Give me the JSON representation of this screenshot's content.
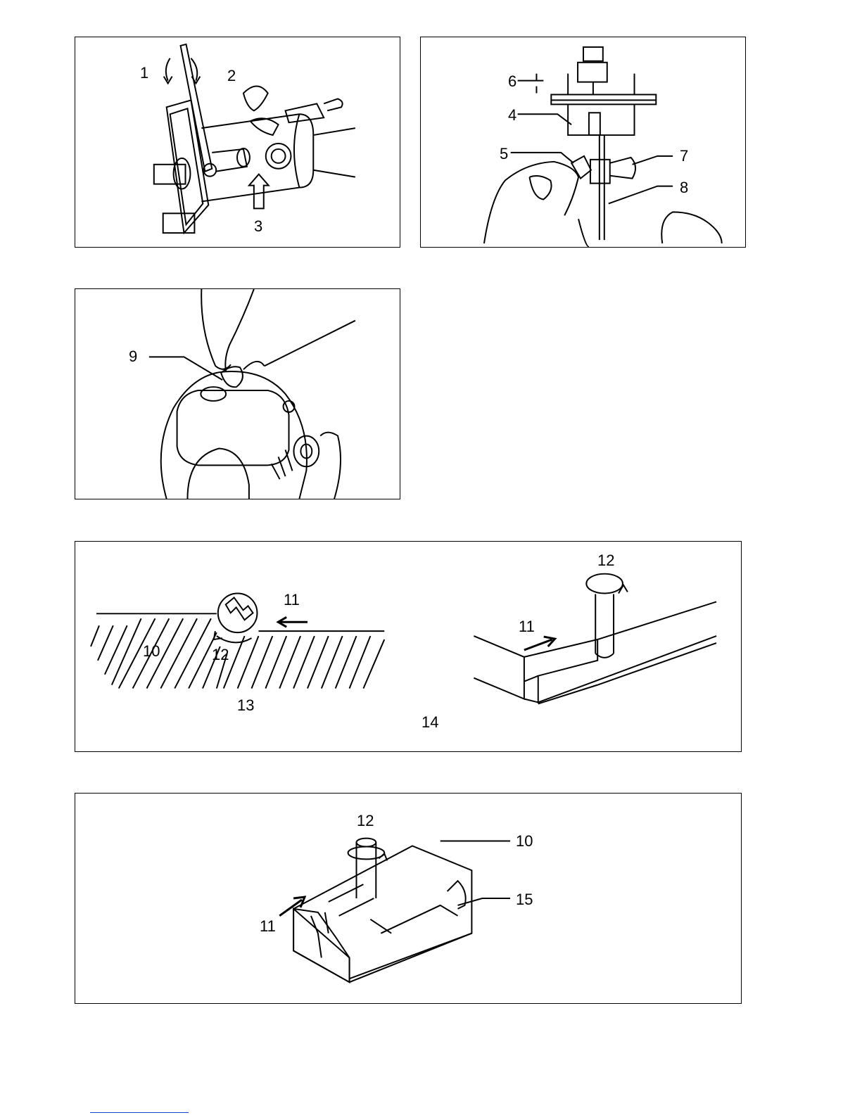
{
  "figures": [
    {
      "id": "fig1",
      "description_labels": [
        "1",
        "2",
        "3"
      ]
    },
    {
      "id": "fig2",
      "description_labels": [
        "6",
        "4",
        "5",
        "7",
        "8"
      ]
    },
    {
      "id": "fig3",
      "description_labels": [
        "9"
      ]
    },
    {
      "id": "fig4",
      "description_labels": [
        "11",
        "10",
        "12",
        "13",
        "14",
        "12",
        "11"
      ]
    },
    {
      "id": "fig5",
      "description_labels": [
        "12",
        "10",
        "15",
        "11"
      ]
    }
  ],
  "colors": {
    "line": "#000000",
    "footer_rule": "#1a3fd0"
  }
}
